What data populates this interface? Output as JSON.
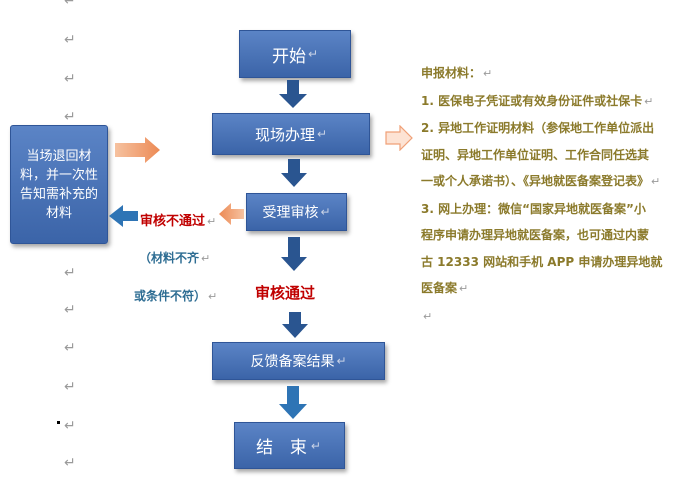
{
  "return_mark": "↵",
  "flow": {
    "start": "开始",
    "onsite": "现场办理",
    "review": "受理审核",
    "feedback": "反馈备案结果",
    "end": "结  束"
  },
  "left_box": {
    "text": "当场退回材料，并一次性告知需补充的材料"
  },
  "review_fail": "审核不通过",
  "fail_note_1": "（材料不齐",
  "fail_note_2": "或条件不符）",
  "review_pass": "审核通过",
  "materials": {
    "heading": "申报材料：",
    "item1": "1. 医保电子凭证或有效身份证件或社保卡",
    "item2_l1": "2. 异地工作证明材料（参保地工作单位派出",
    "item2_l2": "证明、异地工作单位证明、工作合同任选其",
    "item2_l3": "一或个人承诺书）、《异地就医备案登记表》",
    "item3_l1": "3. 网上办理：微信“国家异地就医备案”小",
    "item3_l2": "程序申请办理异地就医备案，也可通过内蒙",
    "item3_l3": "古 12333 网站和手机 APP 申请办理异地就",
    "item3_l4": "医备案"
  }
}
